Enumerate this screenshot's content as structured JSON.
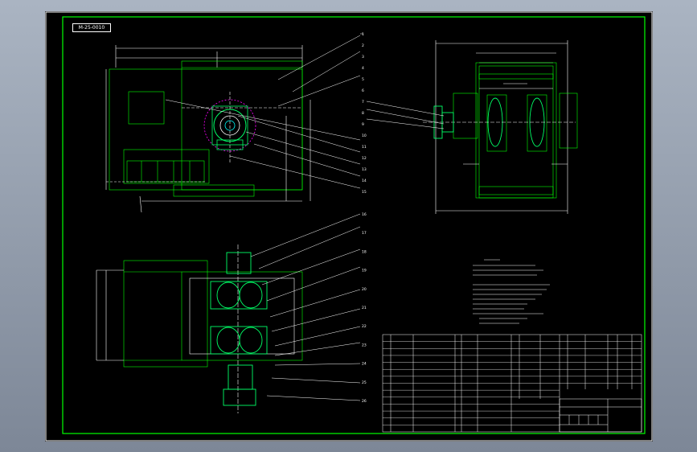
{
  "sheet": {
    "tag": "M-25-0010",
    "background": "#000000",
    "frame_color": "#00ff00",
    "line_color": "#ffffff",
    "part_color": "#00ff66",
    "highlight_color": "#ff00ff",
    "leader_numbers_top": [
      "1",
      "2",
      "3",
      "4",
      "5",
      "6",
      "7",
      "8",
      "9",
      "10",
      "11",
      "12",
      "13",
      "14",
      "15"
    ],
    "leader_numbers_bottom": [
      "16",
      "17",
      "18",
      "19",
      "20",
      "21",
      "22",
      "23",
      "24",
      "25",
      "26"
    ],
    "bom_rows": 14
  }
}
